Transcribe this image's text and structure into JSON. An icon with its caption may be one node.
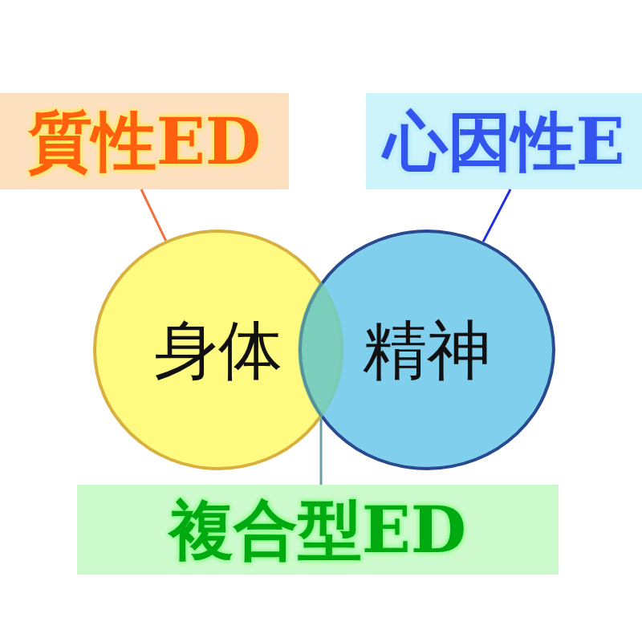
{
  "diagram": {
    "nodes": [
      {
        "text": [
          "質性ED"
        ]
      },
      {
        "text": [
          "心因性E"
        ]
      },
      {
        "text": [
          "身体"
        ]
      },
      {
        "text": [
          "精神"
        ]
      },
      {
        "text": [
          "複合型ED"
        ]
      },
      {
        "text": [],
        "shape": "lens"
      }
    ],
    "edges": [
      {
        "from": 0,
        "to": 2,
        "arrow": "none",
        "color": "#f07040"
      },
      {
        "from": 1,
        "to": 3,
        "arrow": "none",
        "color": "#2030e0"
      },
      {
        "from": 4,
        "to": 5,
        "arrow": "none",
        "color": "#6a9ea0"
      }
    ]
  }
}
